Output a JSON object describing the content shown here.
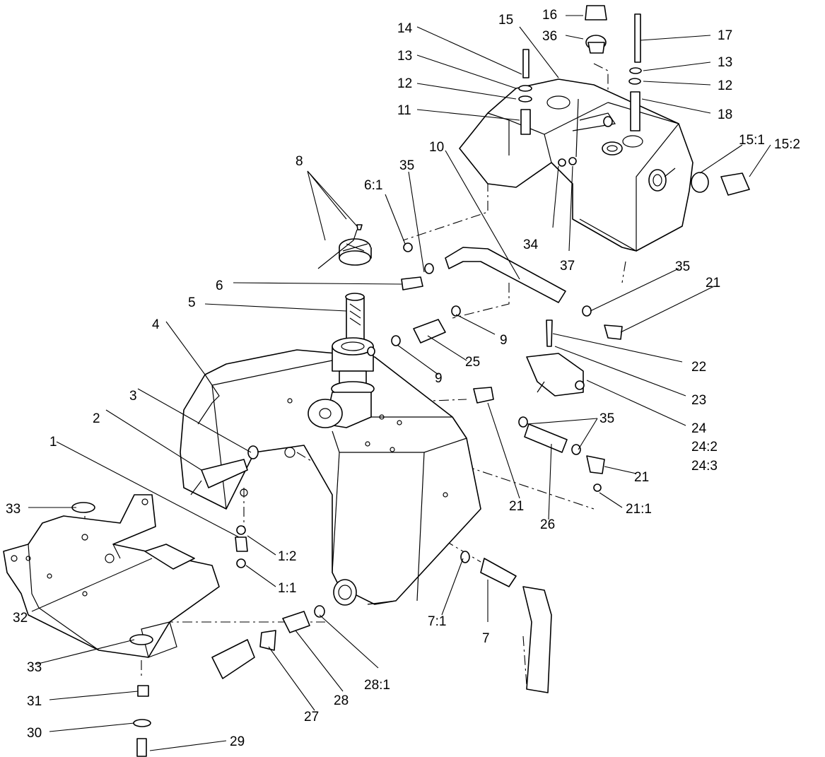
{
  "callouts": [
    {
      "id": "c14",
      "text": "14"
    },
    {
      "id": "c15",
      "text": "15"
    },
    {
      "id": "c16",
      "text": "16"
    },
    {
      "id": "c36",
      "text": "36"
    },
    {
      "id": "c17",
      "text": "17"
    },
    {
      "id": "c13a",
      "text": "13"
    },
    {
      "id": "c13b",
      "text": "13"
    },
    {
      "id": "c12a",
      "text": "12"
    },
    {
      "id": "c12b",
      "text": "12"
    },
    {
      "id": "c11",
      "text": "11"
    },
    {
      "id": "c18",
      "text": "18"
    },
    {
      "id": "c10",
      "text": "10"
    },
    {
      "id": "c15_1",
      "text": "15:1"
    },
    {
      "id": "c15_2",
      "text": "15:2"
    },
    {
      "id": "c8",
      "text": "8"
    },
    {
      "id": "c35a",
      "text": "35"
    },
    {
      "id": "c6_1",
      "text": "6:1"
    },
    {
      "id": "c34",
      "text": "34"
    },
    {
      "id": "c37",
      "text": "37"
    },
    {
      "id": "c35b",
      "text": "35"
    },
    {
      "id": "c21a",
      "text": "21"
    },
    {
      "id": "c6",
      "text": "6"
    },
    {
      "id": "c5",
      "text": "5"
    },
    {
      "id": "c9a",
      "text": "9"
    },
    {
      "id": "c9b",
      "text": "9"
    },
    {
      "id": "c25",
      "text": "25"
    },
    {
      "id": "c22",
      "text": "22"
    },
    {
      "id": "c4",
      "text": "4"
    },
    {
      "id": "c23",
      "text": "23"
    },
    {
      "id": "c3",
      "text": "3"
    },
    {
      "id": "c24",
      "text": "24"
    },
    {
      "id": "c24_2",
      "text": "24:2"
    },
    {
      "id": "c24_3",
      "text": "24:3"
    },
    {
      "id": "c2",
      "text": "2"
    },
    {
      "id": "c35c",
      "text": "35"
    },
    {
      "id": "c21b",
      "text": "21"
    },
    {
      "id": "c1",
      "text": "1"
    },
    {
      "id": "c21c",
      "text": "21"
    },
    {
      "id": "c21_1",
      "text": "21:1"
    },
    {
      "id": "c26",
      "text": "26"
    },
    {
      "id": "c33a",
      "text": "33"
    },
    {
      "id": "c1_2",
      "text": "1:2"
    },
    {
      "id": "c1_1",
      "text": "1:1"
    },
    {
      "id": "c32",
      "text": "32"
    },
    {
      "id": "c7_1",
      "text": "7:1"
    },
    {
      "id": "c7",
      "text": "7"
    },
    {
      "id": "c33b",
      "text": "33"
    },
    {
      "id": "c28_1",
      "text": "28:1"
    },
    {
      "id": "c31",
      "text": "31"
    },
    {
      "id": "c28",
      "text": "28"
    },
    {
      "id": "c27",
      "text": "27"
    },
    {
      "id": "c30",
      "text": "30"
    },
    {
      "id": "c29",
      "text": "29"
    }
  ]
}
